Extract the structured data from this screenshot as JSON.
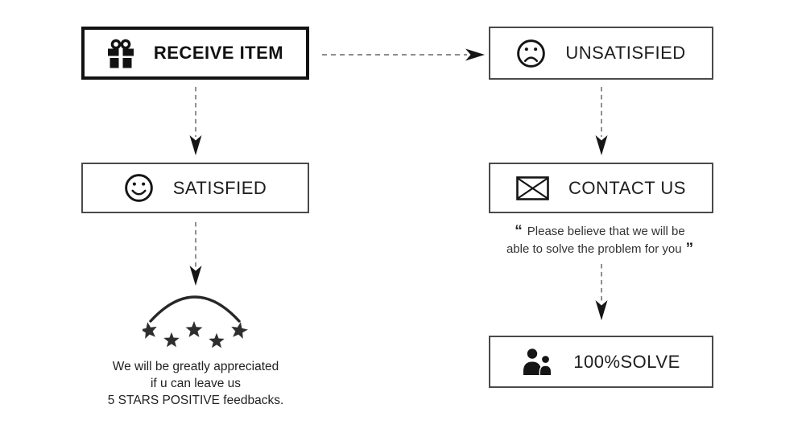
{
  "diagram": {
    "nodes": {
      "receive_item": {
        "label": "RECEIVE ITEM",
        "icon": "gift-icon"
      },
      "unsatisfied": {
        "label": "UNSATISFIED",
        "icon": "sad-face-icon"
      },
      "satisfied": {
        "label": "SATISFIED",
        "icon": "happy-face-icon"
      },
      "contact_us": {
        "label": "CONTACT US",
        "icon": "envelope-icon"
      },
      "solve": {
        "label": "100%SOLVE",
        "icon": "people-icon"
      }
    },
    "connections": [
      {
        "from": "receive_item",
        "to": "unsatisfied",
        "style": "dashed-arrow"
      },
      {
        "from": "receive_item",
        "to": "satisfied",
        "style": "dashed-arrow"
      },
      {
        "from": "satisfied",
        "to": "five-stars",
        "style": "dashed-arrow"
      },
      {
        "from": "unsatisfied",
        "to": "contact_us",
        "style": "dashed-arrow"
      },
      {
        "from": "contact_us",
        "to": "solve",
        "style": "dashed-arrow"
      }
    ],
    "quote": {
      "open_mark": "“",
      "line1": "Please believe that we will be",
      "line2": "able to solve the problem for you",
      "close_mark": "”"
    },
    "appreciation": {
      "line1": "We will be greatly appreciated",
      "line2": "if u can leave us",
      "line3": "5 STARS POSITIVE feedbacks."
    },
    "rating_stars": 5,
    "colors": {
      "ink": "#1d1d1d",
      "thick_border": "#121212",
      "thin_border": "#4a4a4a",
      "dash": "#7d7d7d",
      "arrowhead": "#161616",
      "star": "#2e2e2e",
      "background": "#ffffff"
    }
  }
}
